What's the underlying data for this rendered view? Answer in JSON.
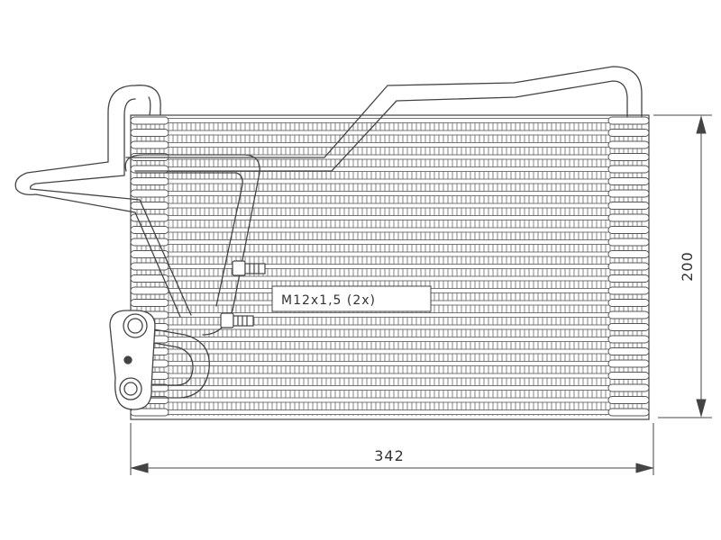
{
  "drawing": {
    "line_color": "#444444",
    "background": "#ffffff"
  },
  "dimensions": {
    "width_label": "342",
    "height_label": "200"
  },
  "callout": {
    "thread_label": "M12x1,5  (2x)"
  }
}
